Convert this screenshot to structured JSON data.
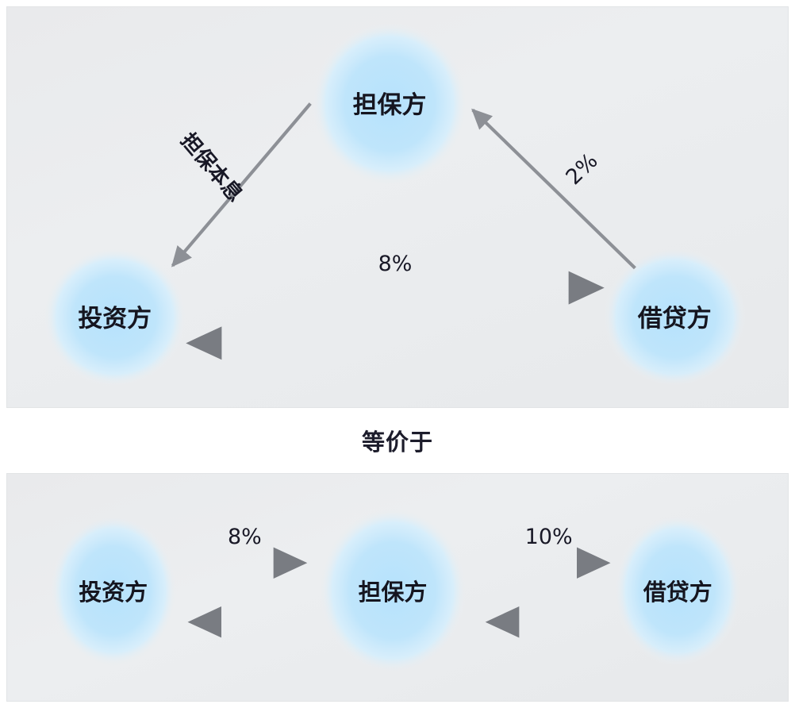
{
  "colors": {
    "panel_bg": "#eceef0",
    "node_fill": "#bfe4fb",
    "arrow": "#76797f",
    "text": "#15151f",
    "page_bg": "#ffffff"
  },
  "diagram": {
    "title_divider": "等价于",
    "top_panel": {
      "layout": "triangle",
      "nodes": [
        {
          "id": "guarantor",
          "label": "担保方",
          "position": "top-center"
        },
        {
          "id": "investor",
          "label": "投资方",
          "position": "bottom-left"
        },
        {
          "id": "borrower",
          "label": "借贷方",
          "position": "bottom-right"
        }
      ],
      "edges": [
        {
          "id": "guarantor-to-investor",
          "from": "担保方",
          "to": "投资方",
          "label": "担保本息",
          "direction": "down-left"
        },
        {
          "id": "borrower-to-guarantor",
          "from": "借贷方",
          "to": "担保方",
          "label": "2%",
          "direction": "up-left"
        },
        {
          "id": "investor-to-borrower",
          "from": "投资方",
          "to": "借贷方",
          "label": "8%",
          "direction": "right"
        },
        {
          "id": "borrower-to-investor",
          "from": "借贷方",
          "to": "投资方",
          "label": "",
          "direction": "left"
        }
      ]
    },
    "bottom_panel": {
      "layout": "linear-chain",
      "nodes": [
        {
          "id": "investor",
          "label": "投资方",
          "position": "left"
        },
        {
          "id": "guarantor",
          "label": "担保方",
          "position": "center"
        },
        {
          "id": "borrower",
          "label": "借贷方",
          "position": "right"
        }
      ],
      "edges": [
        {
          "id": "investor-to-guarantor",
          "from": "投资方",
          "to": "担保方",
          "label": "8%",
          "direction": "right"
        },
        {
          "id": "guarantor-to-investor",
          "from": "担保方",
          "to": "投资方",
          "label": "",
          "direction": "left"
        },
        {
          "id": "guarantor-to-borrower",
          "from": "担保方",
          "to": "借贷方",
          "label": "10%",
          "direction": "right"
        },
        {
          "id": "borrower-to-guarantor",
          "from": "借贷方",
          "to": "担保方",
          "label": "",
          "direction": "left"
        }
      ]
    }
  }
}
